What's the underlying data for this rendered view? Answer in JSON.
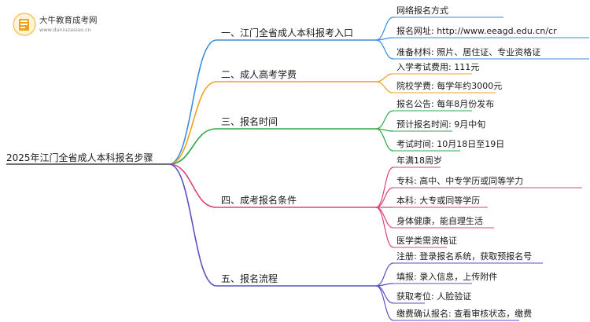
{
  "brand": {
    "title": "大牛教育成考网",
    "url": "www.daniuzasiao.cn"
  },
  "colors": {
    "blue": "#3a8de0",
    "orange": "#f0a020",
    "green": "#2ea84a",
    "pink": "#e0407a",
    "purple": "#5a50c8",
    "root_line": "#444444"
  },
  "root": {
    "label": "2025年江门全省成人本科报名步骤"
  },
  "branches": [
    {
      "label": "一、江门全省成人本科报考入口",
      "color": "#3a8de0",
      "children": [
        "网络报名方式",
        "报名网址: http://www.eeagd.edu.cn/cr",
        "准备材料: 照片、居住证、专业资格证"
      ]
    },
    {
      "label": "二、成人高考学费",
      "color": "#f0a020",
      "children": [
        "入学考试费用: 111元",
        "院校学费: 每学年约3000元"
      ]
    },
    {
      "label": "三、报名时间",
      "color": "#2ea84a",
      "children": [
        "报名公告: 每年8月份发布",
        "预计报名时间: 9月中旬",
        "考试时间: 10月18日至19日"
      ]
    },
    {
      "label": "四、成考报名条件",
      "color": "#e0407a",
      "children": [
        "年满18周岁",
        "专科: 高中、中专学历或同等学力",
        "本科: 大专或同等学历",
        "身体健康，能自理生活",
        "医学类需资格证"
      ]
    },
    {
      "label": "五、报名流程",
      "color": "#5a50c8",
      "children": [
        "注册: 登录报名系统，获取预报名号",
        "填报: 录入信息，上传附件",
        "获取考位: 人脸验证",
        "缴费确认报名: 查看审核状态，缴费"
      ]
    }
  ]
}
